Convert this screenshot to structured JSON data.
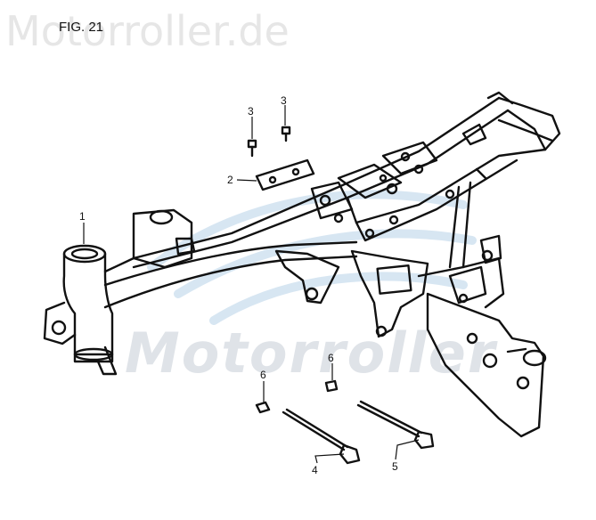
{
  "figure": {
    "label": "FIG. 21"
  },
  "watermark": {
    "top_text": "Motorroller.de",
    "center_text": "Motorroller"
  },
  "callouts": [
    "1",
    "2",
    "3",
    "3",
    "4",
    "5",
    "6",
    "6"
  ]
}
